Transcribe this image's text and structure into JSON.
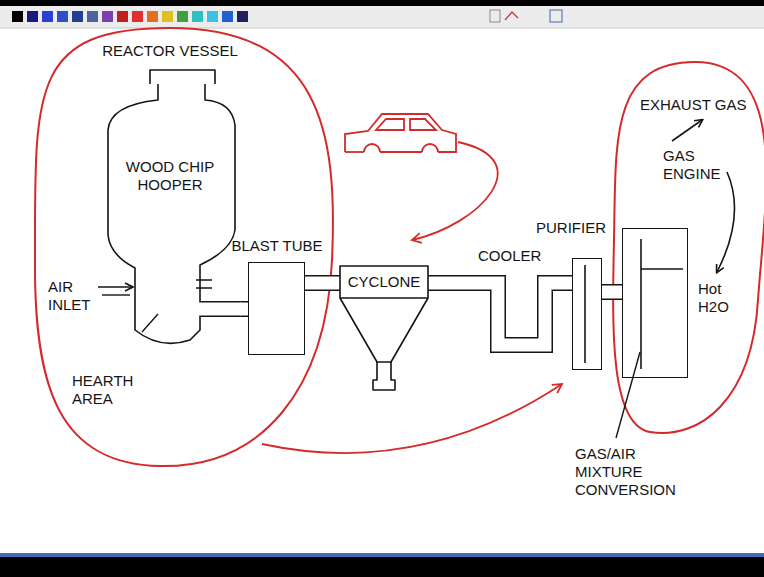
{
  "diagram": {
    "nodes": [
      {
        "text": [
          "REACTOR VESSEL",
          "WOOD CHIP HOOPER"
        ]
      },
      {
        "text": [
          "BLAST TUBE"
        ]
      },
      {
        "text": [
          "CYCLONE"
        ]
      },
      {
        "text": [
          "PURIFIER"
        ]
      },
      {
        "text": [
          "GAS ENGINE"
        ]
      }
    ],
    "edges": [
      {
        "from": 0,
        "to": 1,
        "arrow": "none"
      },
      {
        "from": 1,
        "to": 2,
        "arrow": "none"
      },
      {
        "from": 2,
        "to": 3,
        "arrow": "none"
      },
      {
        "from": 3,
        "to": 4,
        "arrow": "none"
      }
    ],
    "labels": [
      "AIR INLET",
      "HEARTH AREA",
      "COOLER",
      "EXHAUST GAS",
      "Hot H2O",
      "GAS/AIR MIXTURE CONVERSION"
    ]
  }
}
